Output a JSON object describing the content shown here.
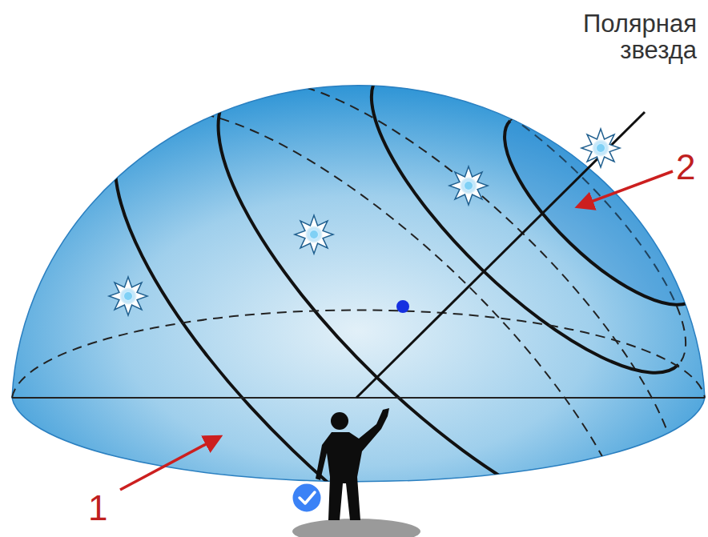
{
  "diagram": {
    "labels": [
      "Полярная звезда",
      "1",
      "2"
    ]
  }
}
